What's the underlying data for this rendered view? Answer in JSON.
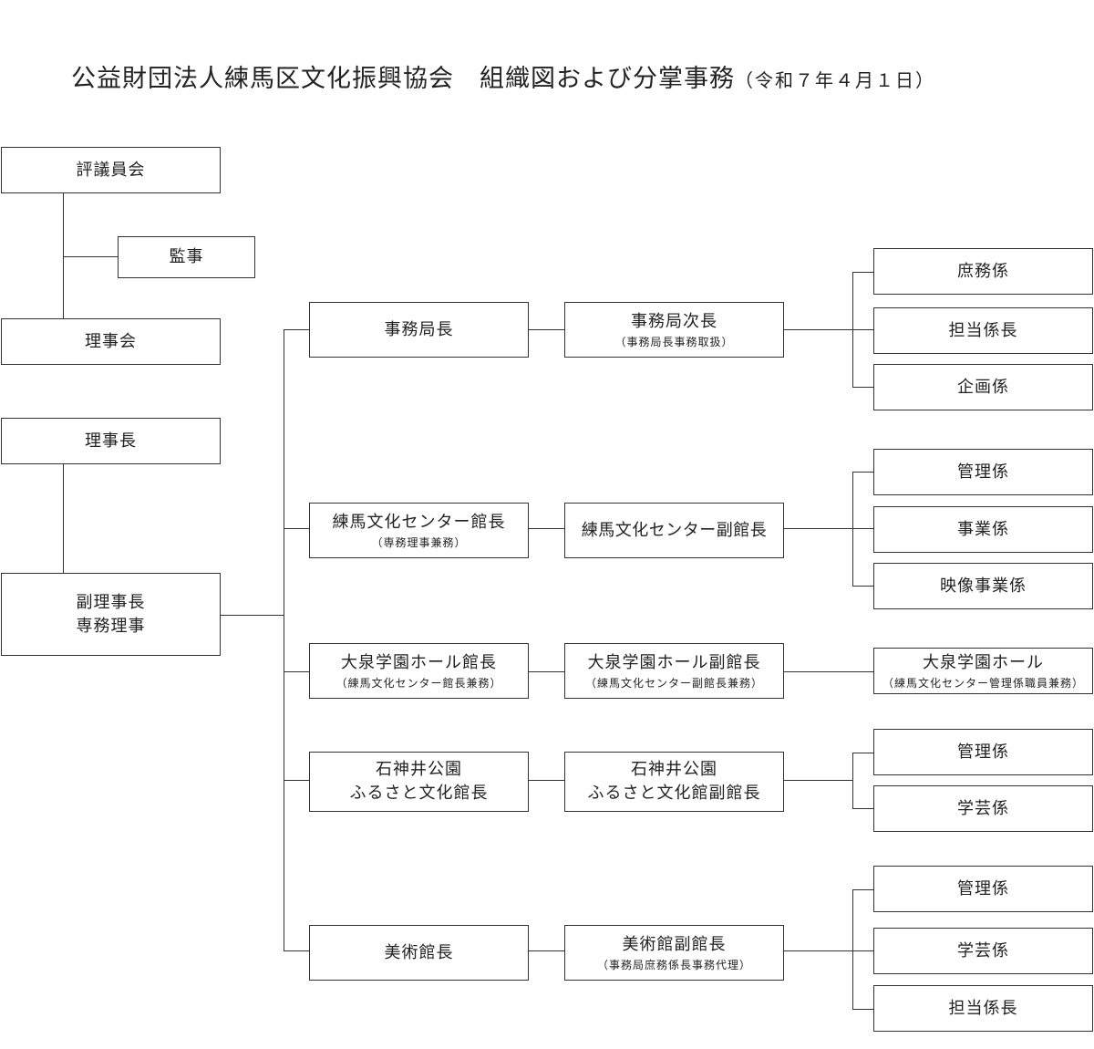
{
  "title": {
    "main": "公益財団法人練馬区文化振興協会　組織図および分掌事務",
    "date": "（令和７年４月１日）"
  },
  "left": {
    "council": "評議員会",
    "auditor": "監事",
    "board": "理事会",
    "chairman": "理事長",
    "vice_chairman_l1": "副理事長",
    "vice_chairman_l2": "専務理事"
  },
  "units": {
    "secretariat": {
      "head": "事務局長",
      "deputy": "事務局次長",
      "deputy_sub": "（事務局長事務取扱）",
      "sections": [
        "庶務係",
        "担当係長",
        "企画係"
      ]
    },
    "nerima_center": {
      "head": "練馬文化センター館長",
      "head_sub": "（専務理事兼務）",
      "deputy": "練馬文化センター副館長",
      "sections": [
        "管理係",
        "事業係",
        "映像事業係"
      ]
    },
    "oizumi_hall": {
      "head": "大泉学園ホール館長",
      "head_sub": "（練馬文化センター館長兼務）",
      "deputy": "大泉学園ホール副館長",
      "deputy_sub": "（練馬文化センター副館長兼務）",
      "section": "大泉学園ホール",
      "section_sub": "（練馬文化センター管理係職員兼務）"
    },
    "shakujii": {
      "head_l1": "石神井公園",
      "head_l2": "ふるさと文化館長",
      "deputy_l1": "石神井公園",
      "deputy_l2": "ふるさと文化館副館長",
      "sections": [
        "管理係",
        "学芸係"
      ]
    },
    "museum": {
      "head": "美術館長",
      "deputy": "美術館副館長",
      "deputy_sub": "（事務局庶務係長事務代理）",
      "sections": [
        "管理係",
        "学芸係",
        "担当係長"
      ]
    }
  }
}
